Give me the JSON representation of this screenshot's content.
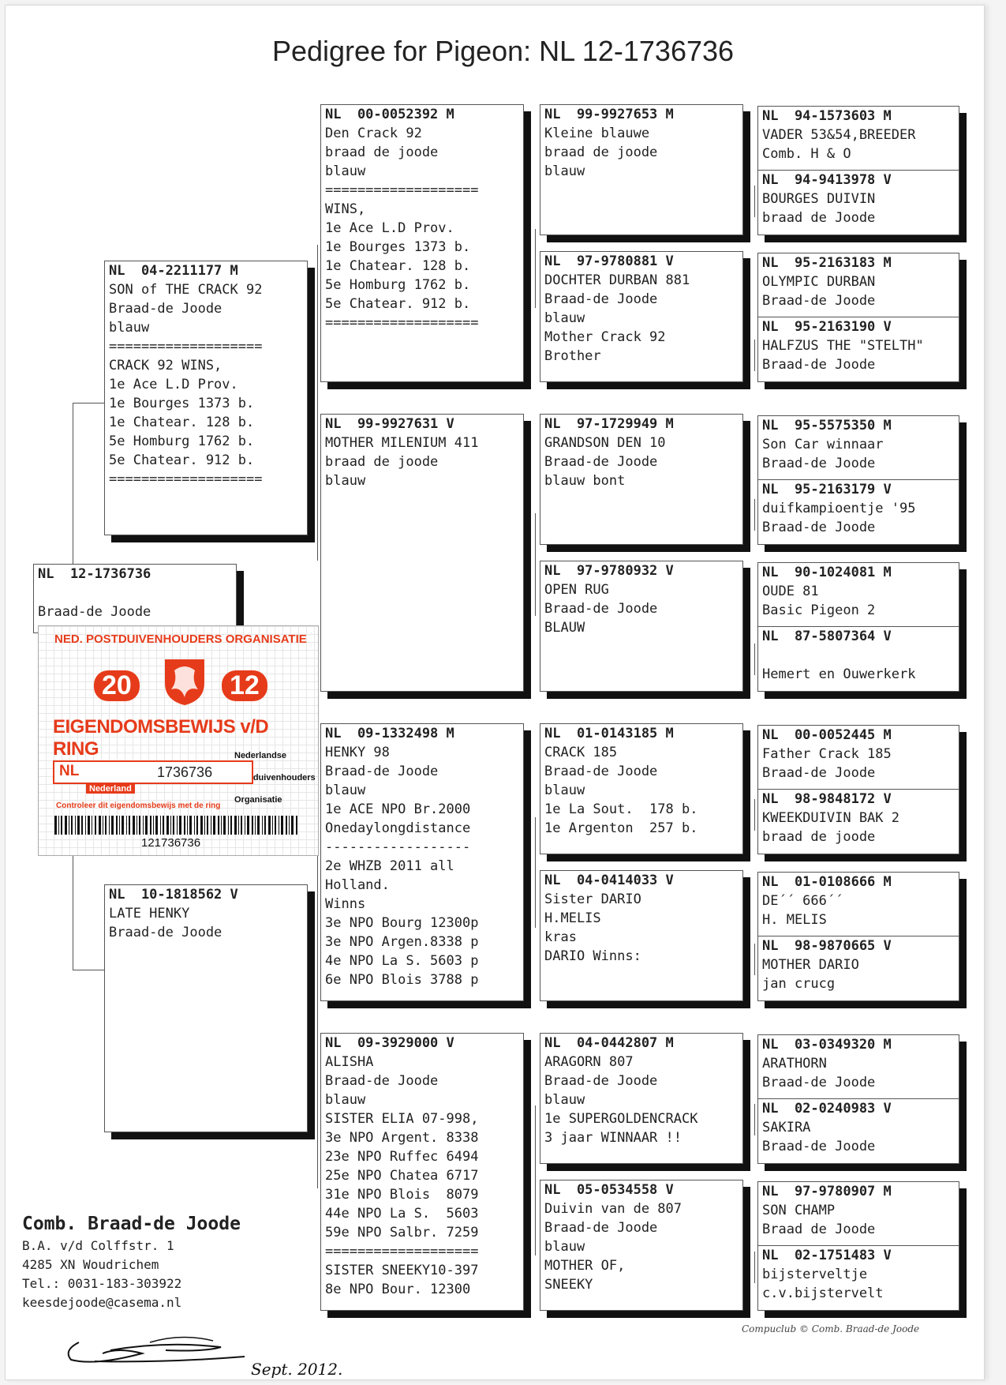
{
  "title": "Pedigree for Pigeon: NL  12-1736736",
  "subject": {
    "ring": "NL  12-1736736",
    "owner": "Braad-de Joode"
  },
  "card": {
    "org": "NED. POSTDUIVENHOUDERS ORGANISATIE",
    "year_left": "20",
    "year_right": "12",
    "title": "EIGENDOMSBEWIJS v/D RING",
    "nl": "NL",
    "number": "1736736",
    "org_lines": [
      "Nederlandse",
      "Postduivenhouders",
      "Organisatie"
    ],
    "country": "Nederland",
    "control": "Controleer dit eigendomsbewijs met de ring",
    "barcode": "121736736",
    "accent": "#e63b1a"
  },
  "gen1": {
    "sire": {
      "ring": "NL  04-2211177 M",
      "lines": [
        "SON of THE CRACK 92",
        "Braad-de Joode",
        "blauw",
        "===================",
        "CRACK 92 WINS,",
        "1e Ace L.D Prov.",
        "1e Bourges 1373 b.",
        "1e Chatear. 128 b.",
        "5e Homburg 1762 b.",
        "5e Chatear. 912 b.",
        "==================="
      ]
    },
    "dam": {
      "ring": "NL  10-1818562 V",
      "lines": [
        "LATE HENKY",
        "Braad-de Joode"
      ]
    }
  },
  "gen2": [
    {
      "ring": "NL  00-0052392 M",
      "lines": [
        "Den Crack 92",
        "braad de joode",
        "blauw",
        "===================",
        "WINS,",
        "1e Ace L.D Prov.",
        "1e Bourges 1373 b.",
        "1e Chatear. 128 b.",
        "5e Homburg 1762 b.",
        "5e Chatear. 912 b.",
        "==================="
      ]
    },
    {
      "ring": "NL  99-9927631 V",
      "lines": [
        "MOTHER MILENIUM 411",
        "braad de joode",
        "blauw"
      ]
    },
    {
      "ring": "NL  09-1332498 M",
      "lines": [
        "HENKY 98",
        "Braad-de Joode",
        "blauw",
        "1e ACE NPO Br.2000",
        "Onedaylongdistance",
        "------------------",
        "2e WHZB 2011 all",
        "Holland.",
        "Winns",
        "3e NPO Bourg 12300p",
        "3e NPO Argen.8338 p",
        "4e NPO La S. 5603 p",
        "6e NPO Blois 3788 p"
      ]
    },
    {
      "ring": "NL  09-3929000 V",
      "lines": [
        "ALISHA",
        "Braad-de Joode",
        "blauw",
        "SISTER ELIA 07-998,",
        "3e NPO Argent. 8338",
        "23e NPO Ruffec 6494",
        "25e NPO Chatea 6717",
        "31e NPO Blois  8079",
        "44e NPO La S.  5603",
        "59e NPO Salbr. 7259",
        "===================",
        "SISTER SNEEKY10-397",
        "8e NPO Bour. 12300"
      ]
    }
  ],
  "gen3": [
    {
      "ring": "NL  99-9927653 M",
      "lines": [
        "Kleine blauwe",
        "braad de joode",
        "blauw"
      ]
    },
    {
      "ring": "NL  97-9780881 V",
      "lines": [
        "DOCHTER DURBAN 881",
        "Braad-de Joode",
        "blauw",
        "Mother Crack 92",
        "Brother"
      ]
    },
    {
      "ring": "NL  97-1729949 M",
      "lines": [
        "GRANDSON DEN 10",
        "Braad-de Joode",
        "blauw bont"
      ]
    },
    {
      "ring": "NL  97-9780932 V",
      "lines": [
        "OPEN RUG",
        "Braad-de Joode",
        "BLAUW"
      ]
    },
    {
      "ring": "NL  01-0143185 M",
      "lines": [
        "CRACK 185",
        "Braad-de Joode",
        "blauw",
        "1e La Sout.  178 b.",
        "1e Argenton  257 b."
      ]
    },
    {
      "ring": "NL  04-0414033 V",
      "lines": [
        "Sister DARIO",
        "H.MELIS",
        "kras",
        "DARIO Winns:"
      ]
    },
    {
      "ring": "NL  04-0442807 M",
      "lines": [
        "ARAGORN 807",
        "Braad-de Joode",
        "blauw",
        "1e SUPERGOLDENCRACK",
        "3 jaar WINNAAR !!"
      ]
    },
    {
      "ring": "NL  05-0534558 V",
      "lines": [
        "Duivin van de 807",
        "Braad-de Joode",
        "blauw",
        "MOTHER OF,",
        "SNEEKY"
      ]
    }
  ],
  "gen4": [
    {
      "ring": "NL  94-1573603 M",
      "lines": [
        "VADER 53&54,BREEDER",
        "Comb. H & O"
      ]
    },
    {
      "ring": "NL  94-9413978 V",
      "lines": [
        "BOURGES DUIVIN",
        "braad de Joode"
      ]
    },
    {
      "ring": "NL  95-2163183 M",
      "lines": [
        "OLYMPIC DURBAN",
        "Braad-de Joode"
      ]
    },
    {
      "ring": "NL  95-2163190 V",
      "lines": [
        "HALFZUS THE \"STELTH\"",
        "Braad-de Joode"
      ]
    },
    {
      "ring": "NL  95-5575350 M",
      "lines": [
        "Son Car winnaar",
        "Braad-de Joode"
      ]
    },
    {
      "ring": "NL  95-2163179 V",
      "lines": [
        "duifkampioentje '95",
        "Braad-de Joode"
      ]
    },
    {
      "ring": "NL  90-1024081 M",
      "lines": [
        "OUDE 81",
        "Basic Pigeon 2"
      ]
    },
    {
      "ring": "NL  87-5807364 V",
      "lines": [
        "",
        "Hemert en Ouwerkerk"
      ]
    },
    {
      "ring": "NL  00-0052445 M",
      "lines": [
        "Father Crack 185",
        "Braad-de Joode"
      ]
    },
    {
      "ring": "NL  98-9848172 V",
      "lines": [
        "KWEEKDUIVIN BAK 2",
        "braad de joode"
      ]
    },
    {
      "ring": "NL  01-0108666 M",
      "lines": [
        "DE´´ 666´´",
        "H. MELIS"
      ]
    },
    {
      "ring": "NL  98-9870665 V",
      "lines": [
        "MOTHER DARIO",
        "jan crucg"
      ]
    },
    {
      "ring": "NL  03-0349320 M",
      "lines": [
        "ARATHORN",
        "Braad-de Joode"
      ]
    },
    {
      "ring": "NL  02-0240983 V",
      "lines": [
        "SAKIRA",
        "Braad-de Joode"
      ]
    },
    {
      "ring": "NL  97-9780907 M",
      "lines": [
        "SON CHAMP",
        "Braad de Joode"
      ]
    },
    {
      "ring": "NL  02-1751483 V",
      "lines": [
        "bijsterveltje",
        "c.v.bijstervelt"
      ]
    }
  ],
  "address": {
    "name": "Comb. Braad-de Joode",
    "lines": [
      "B.A. v/d Colffstr. 1",
      "4285 XN  Woudrichem",
      "Tel.: 0031-183-303922",
      "keesdejoode@casema.nl"
    ]
  },
  "credit": "Compuclub © Comb. Braad-de Joode",
  "date_note": "Sept. 2012."
}
